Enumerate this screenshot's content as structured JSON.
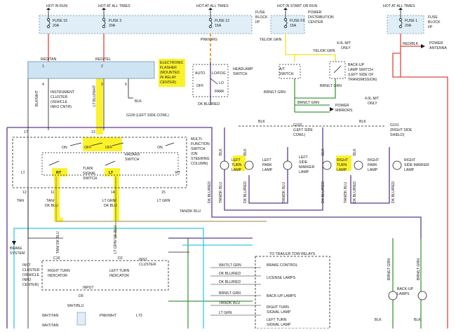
{
  "fuses": [
    {
      "id": "f16",
      "header": "HOT IN RUN",
      "lines": [
        "FUSE 16",
        "20A"
      ]
    },
    {
      "id": "f3",
      "header": "HOT AT ALL TIMES",
      "lines": [
        "FUSE 3",
        "20A"
      ]
    },
    {
      "id": "f12",
      "header": "HOT AT ALL TIMES",
      "lines": [
        "FUSE 12",
        "15A"
      ]
    },
    {
      "id": "ff9",
      "header": "HOT IN START OR RUN",
      "lines": [
        "FUSE F9",
        "15A"
      ]
    },
    {
      "id": "f1",
      "header": "HOT AT ALL TIMES",
      "lines": [
        "FUSE 1",
        "20A"
      ]
    }
  ],
  "labels": {
    "fuse_block_ip": [
      "FUSE",
      "BLOCK",
      "I/P"
    ],
    "fuse_block_ip_right": [
      "FUSE",
      "BLOCK",
      "I/P"
    ],
    "pdc": [
      "POWER",
      "DISTRIBUTION",
      "CENTER"
    ],
    "red_tan": "RED/TAN",
    "red_yel": "RED/YEL",
    "pnk_org": "PNK/ORG",
    "yel_dk_grn_1": "YEL/DK GRN",
    "yel_dk_grn_2": "YEL/DK GRN",
    "red_blk": "RED/BLK",
    "power_antenna": [
      "POWER",
      "ANTENNA"
    ],
    "flasher": [
      "ELECTRONIC",
      "FLASHER",
      "(MOUNTED",
      "IN RELAY",
      "CENTER)"
    ],
    "headlamp_switch": [
      "HEADLAMP",
      "SWITCH"
    ],
    "auto": "AUTO",
    "lo_fog": "LO/FOG",
    "off": "OFF",
    "lo": "LO",
    "park": "PARK",
    "at_switch": [
      "A/T",
      "SWITCH"
    ],
    "ml_only_1": [
      "4.0L M/T",
      "ONLY"
    ],
    "ml_only_2": [
      "4.0L M/T",
      "ONLY"
    ],
    "backup_switch": [
      "BACK-UP",
      "LAMP SWITCH",
      "(LEFT SIDE OF",
      "TRANSMISSION)"
    ],
    "brn_lt_grn_1": "BRN/LT GRN",
    "brn_lt_grn_2": "BRN/LT GRN",
    "brn_lt_grn_3": "BRN/LT GRN",
    "power_mirrors": [
      "POWER",
      "MIRRORS"
    ],
    "instrument_cluster": [
      "INSTRUMENT",
      "CLUSTER",
      "(VEHICLE",
      "INFO CNTR)"
    ],
    "blk_wht": "BLK/WHT",
    "lt_blu_wht": "LT BLU/WHT",
    "blk": "BLK",
    "g100": "G100  (LEFT SIDE COWL)",
    "dk_blu_red_1": "DK BLU/RED",
    "g102": [
      "G102",
      "(LEFT SIDE",
      "COWL)"
    ],
    "g101": [
      "G101",
      "(RIGHT SIDE",
      "SHIELD)"
    ],
    "blk_2": "BLK",
    "blk_3": "BLK",
    "multi_function": [
      "MULTI-",
      "FUNCTION",
      "SWITCH",
      "(ON",
      "STEERING",
      "COLUMN)"
    ],
    "hazard": [
      "HAZARD",
      "SWITCH"
    ],
    "turn_signal": [
      "TURN",
      "SIGNAL",
      "SWITCH"
    ],
    "on_1": "ON",
    "off_1": "OFF",
    "off_2": "OFF",
    "on_2": "ON",
    "lt": "LT",
    "rt": "RT",
    "lt_2": "LT",
    "rt_2": "RT",
    "pin_12": "12",
    "pin_11": "11",
    "pin_14": "14",
    "pin_15": "15",
    "pin_17": "17",
    "pin_13": "13",
    "pin_1": "1",
    "pin_2": "2",
    "pin_3": "3",
    "pin_4": "4",
    "pin_5": "5",
    "tan": "TAN",
    "tan_dk_blu": [
      "TAN/",
      "DK BLU"
    ],
    "lt_grn_dk_blu": [
      "LT GRN/",
      "DK BLU"
    ],
    "lt_grn": "LT GRN",
    "tan_dk_blu_h": "TAN/DK BLU",
    "left_turn_lamp": [
      "LEFT",
      "TURN",
      "LAMP"
    ],
    "left_park_lamp": [
      "LEFT",
      "PARK",
      "LAMP"
    ],
    "left_marker": [
      "LEFT",
      "SIDE",
      "MARKER",
      "LAMP"
    ],
    "right_turn_lamp": [
      "RIGHT",
      "TURN",
      "LAMP"
    ],
    "right_park_lamp": [
      "RIGHT",
      "PARK",
      "LAMP"
    ],
    "right_marker": [
      "RIGHT",
      "SIDE MARKER",
      "LAMP"
    ],
    "brake_system": [
      "BRAKE",
      "SYSTEM"
    ],
    "inst_cluster_left": [
      "INST",
      "CLUSTER",
      "(VEHICLE",
      "INFO",
      "CENTER)"
    ],
    "inst_cluster_mid": [
      "INST",
      "CLUSTER"
    ],
    "right_turn_ind": [
      "RIGHT TURN",
      "INDICATOR"
    ],
    "left_turn_ind": [
      "LEFT TURN",
      "INDICATOR"
    ],
    "input": "INPUT",
    "c16": "C16",
    "d2": "D2",
    "d9": "D9",
    "l73": "L73",
    "wht_blu": "WHT/BLU",
    "wht_tan": "WHT/TAN",
    "wht_tan_2": "WHT/TAN",
    "pnk_wht": "PNK/WHT",
    "tan_dk_blu_v": "TAN/ DK BLU",
    "lt_grn_dk_blu_v": "LT GRN/ DK BLU",
    "trailer": "TO TRAILER TOW RELAYS",
    "wht_lt_grn": "WHT/LT GRN",
    "dk_blu_red_2": "DK BLU/RED",
    "dk_blu_red_3": "DK BLU/RED",
    "brn_lt_grn_4": "BRN/LT GRN",
    "tan_dk_blu_3": "TAN/DK BLU",
    "lt_grn_2": "LT GRN",
    "brake_control": "BRAKE CONTROL",
    "license_lamps": "LICENSE LAMPS",
    "backup_lamps_t": "BACK-UP LAMPS",
    "right_turn_t": [
      "RIGHT TURN",
      "SIGNAL LAMP"
    ],
    "left_turn_t": [
      "LEFT TURN",
      "SIGNAL LAMP"
    ],
    "backup_lamps_r": [
      "BACK-UP",
      "LAMPS"
    ],
    "brn_lt_grn_r1": "BRN/LT GRN",
    "brn_lt_grn_r2": "BRN/LT GRN",
    "dk_blu_red_v1": "DK BLU/RED",
    "tan_dk_blu_v2": "TAN/DK BLU",
    "dk_blu_red_v2": "DK BLU/RED",
    "tan_dk_blu_v3": "TAN/DK BLU",
    "dk_blu_red_v3": "DK BLU/RED",
    "tan_dk_blu_v4": "TAN/DK BLU",
    "dk_blu_red_v4": "DK BLU/RED",
    "dk_blu_red_v5": "DK BLU/RED",
    "blk_l1": "BLK",
    "blk_l2": "BLK",
    "blk_l3": "BLK",
    "blk_l4": "BLK",
    "blk_bot": "BLK",
    "blk_bot2": "BLK"
  },
  "colors": {
    "highlight": "#fbf22b",
    "fuse_fill": "#dfeef7",
    "flasher_fill": "#cfe4f3",
    "wire_red": "#e0453a",
    "wire_purple": "#5c3a8e",
    "wire_cyan": "#35c6e6",
    "wire_green": "#3d9a3d",
    "wire_olive": "#8c9a2a",
    "wire_yellow": "#f1e217",
    "wire_tan": "#b49a6a"
  }
}
